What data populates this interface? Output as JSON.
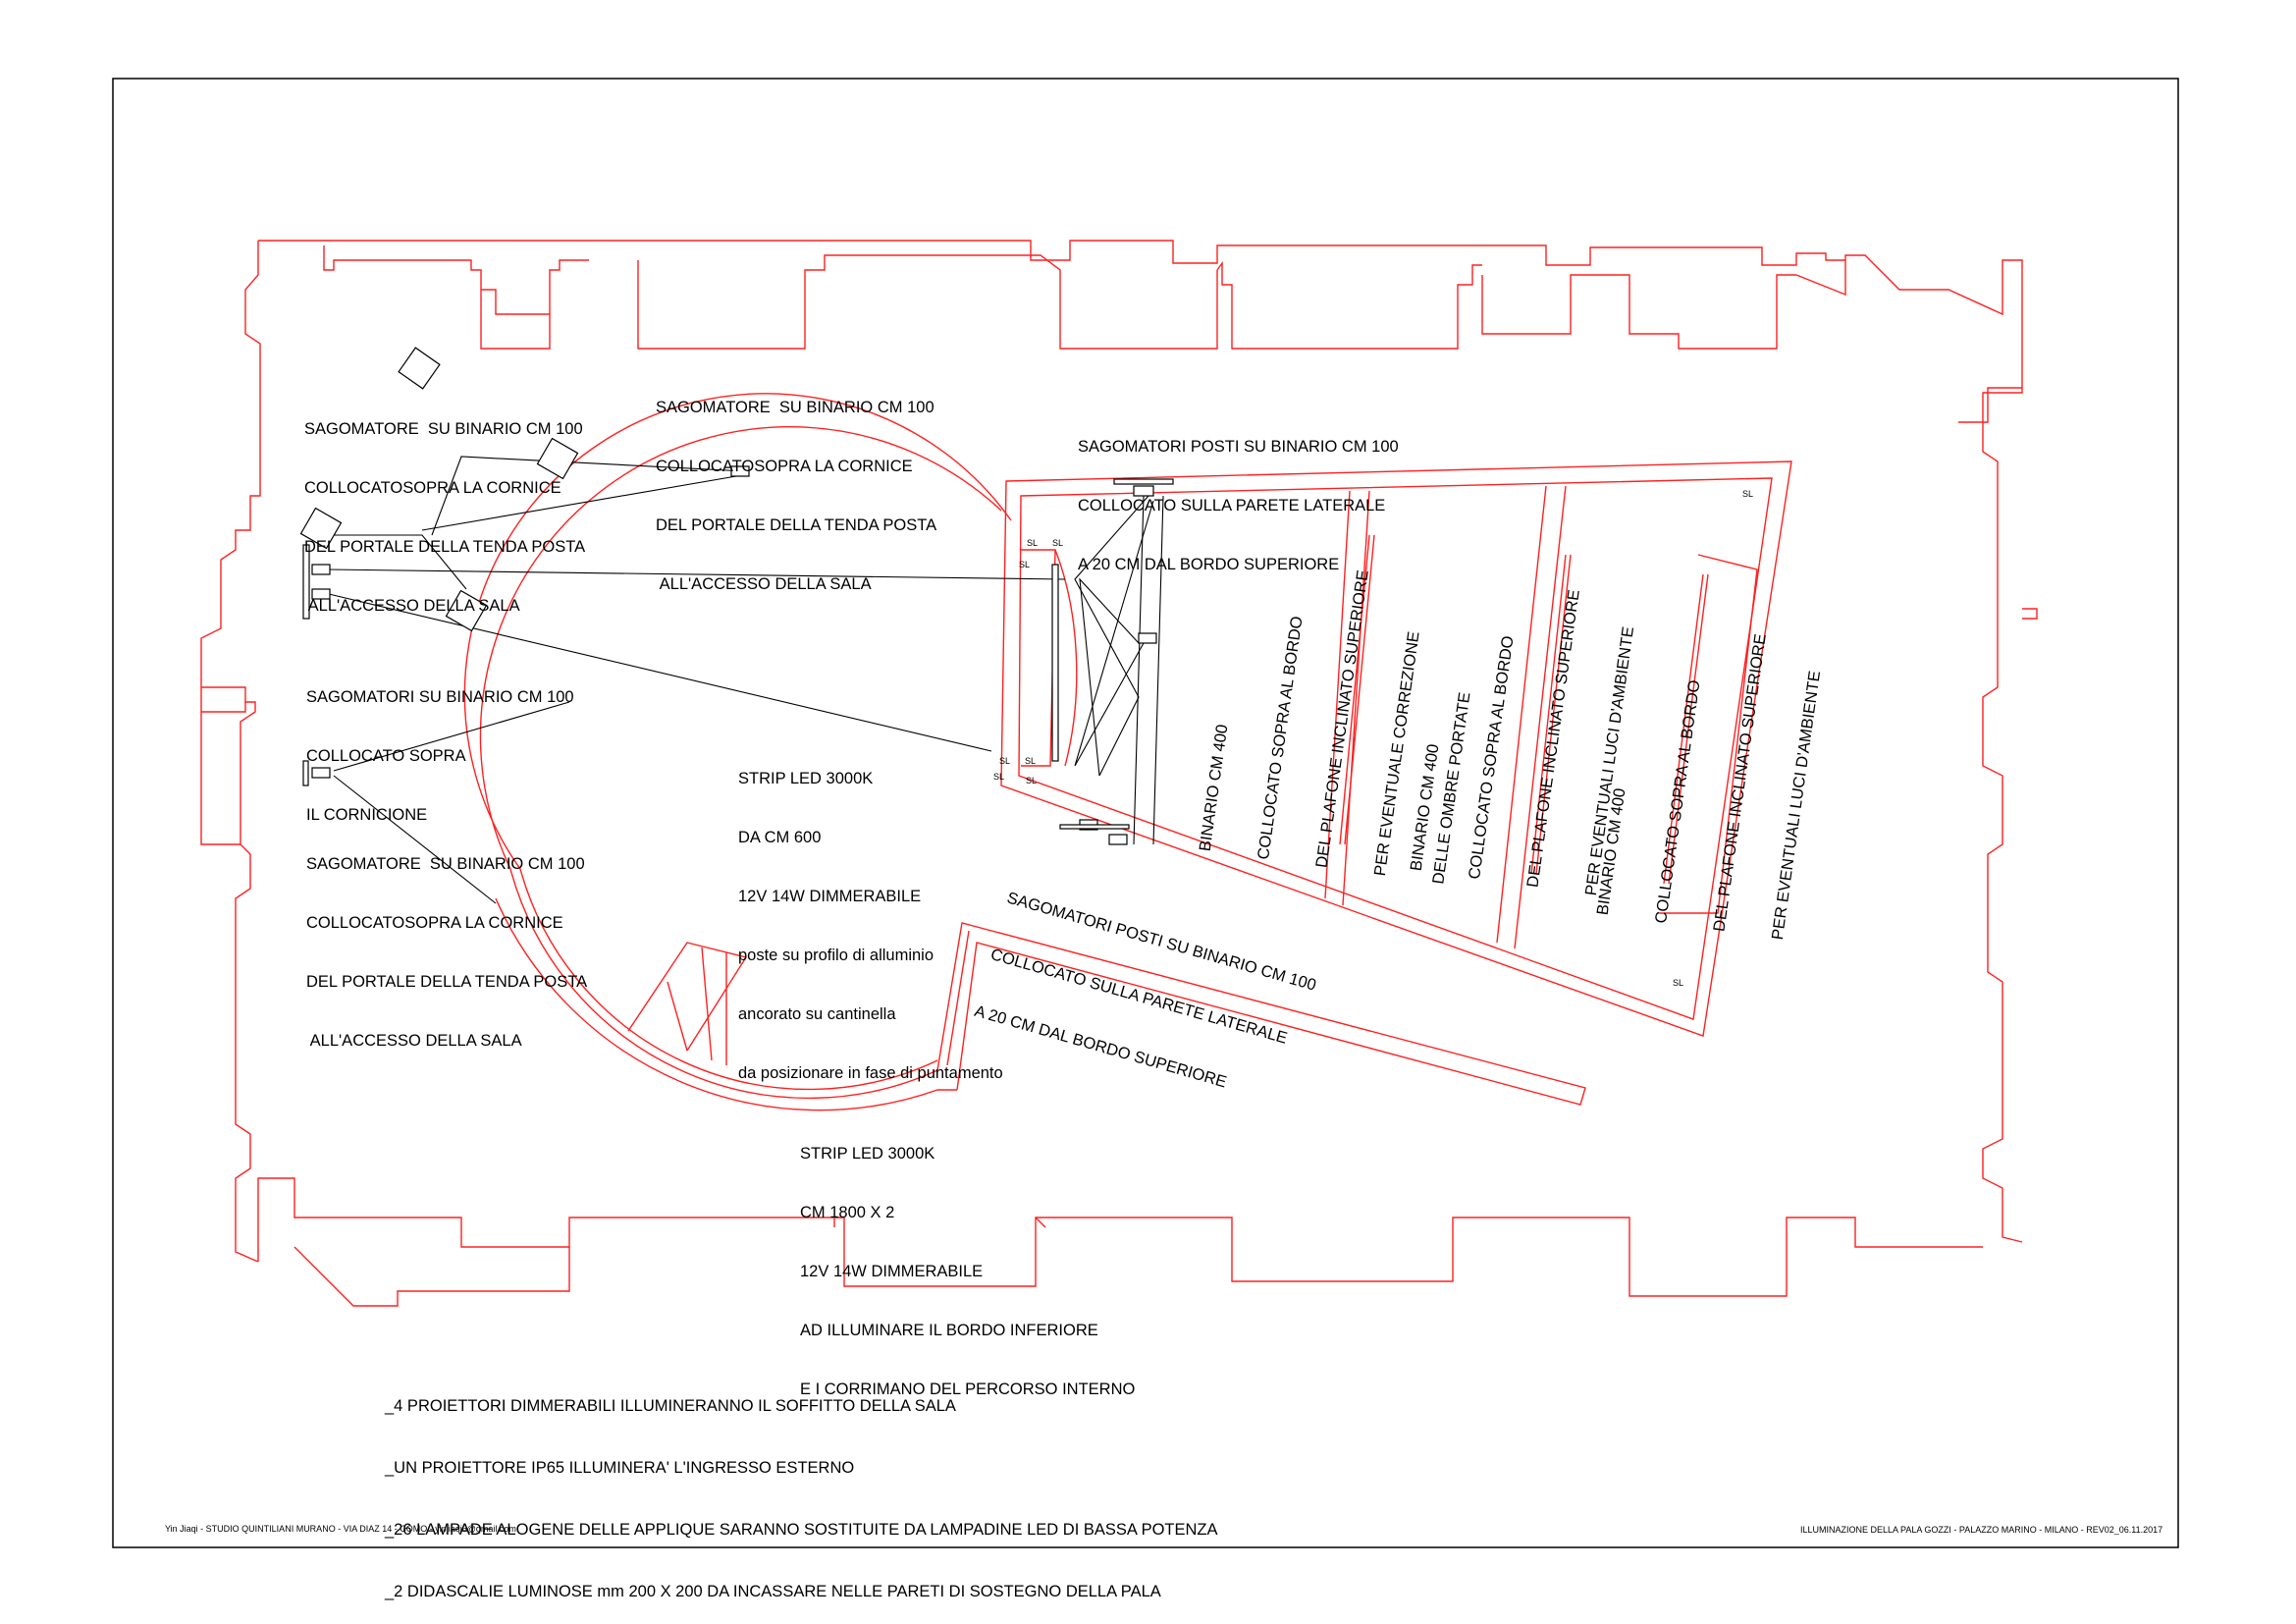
{
  "colors": {
    "plan": "#ff2020",
    "ink": "#000000",
    "paper": "#ffffff"
  },
  "labels": {
    "sag_top_left": [
      "SAGOMATORE  SU BINARIO CM 100",
      "COLLOCATOSOPRA LA CORNICE",
      "DEL PORTALE DELLA TENDA POSTA",
      " ALL'ACCESSO DELLA SALA"
    ],
    "sag_top_center": [
      "SAGOMATORE  SU BINARIO CM 100",
      "COLLOCATOSOPRA LA CORNICE",
      "DEL PORTALE DELLA TENDA POSTA",
      " ALL'ACCESSO DELLA SALA"
    ],
    "sag_cornicione": [
      "SAGOMATORI SU BINARIO CM 100",
      "COLLOCATO SOPRA",
      "IL CORNICIONE"
    ],
    "sag_bottom_left": [
      "SAGOMATORE  SU BINARIO CM 100",
      "COLLOCATOSOPRA LA CORNICE",
      "DEL PORTALE DELLA TENDA POSTA",
      " ALL'ACCESSO DELLA SALA"
    ],
    "sag_top_right": [
      "SAGOMATORI POSTI SU BINARIO CM 100",
      "COLLOCATO SULLA PARETE LATERALE",
      "A 20 CM DAL BORDO SUPERIORE"
    ],
    "sag_rotated": [
      "SAGOMATORI POSTI SU BINARIO CM 100",
      "COLLOCATO SULLA PARETE LATERALE",
      "A 20 CM DAL BORDO SUPERIORE"
    ],
    "strip_600": [
      "STRIP LED 3000K",
      "DA CM 600",
      "12V 14W DIMMERABILE",
      "poste su profilo di alluminio",
      "ancorato su cantinella",
      "da posizionare in fase di puntamento"
    ],
    "strip_1800": [
      "STRIP LED 3000K",
      "CM 1800 X 2",
      "12V 14W DIMMERABILE",
      "AD ILLUMINARE IL BORDO INFERIORE",
      "E I CORRIMANO DEL PERCORSO INTERNO"
    ],
    "binario_1": [
      "BINARIO CM 400",
      "COLLOCATO SOPRA AL BORDO",
      "DEL PLAFONE INCLINATO SUPERIORE",
      "PER EVENTUALE CORREZIONE",
      "DELLE OMBRE PORTATE"
    ],
    "binario_2": [
      "BINARIO CM 400",
      "COLLOCATO SOPRA AL BORDO",
      "DEL PLAFONE INCLINATO SUPERIORE",
      "PER EVENTUALI LUCI D'AMBIENTE"
    ],
    "binario_3": [
      "BINARIO CM 400",
      "COLLOCATO SOPRA AL BORDO",
      "DEL PLAFONE INCLINATO SUPERIORE",
      "PER EVENTUALI LUCI D'AMBIENTE"
    ]
  },
  "sl_tag": "SL",
  "notes": [
    "_4 PROIETTORI DIMMERABILI ILLUMINERANNO IL SOFFITTO DELLA SALA",
    "_UN PROIETTORE IP65 ILLUMINERA' L'INGRESSO ESTERNO",
    "_26 LAMPADE ALOGENE DELLE APPLIQUE SARANNO SOSTITUITE DA LAMPADINE LED DI BASSA POTENZA",
    "_2 DIDASCALIE LUMINOSE mm 200 X 200 DA INCASSARE NELLE PARETI DI SOSTEGNO DELLA PALA"
  ],
  "footer": {
    "left": "Yin Jiaqi - STUDIO QUINTILIANI MURANO - VIA DIAZ 14 - COMO - yinjiaqi6@gmail.com",
    "right": "ILLUMINAZIONE DELLA PALA GOZZI - PALAZZO MARINO - MILANO - REV02_06.11.2017"
  }
}
